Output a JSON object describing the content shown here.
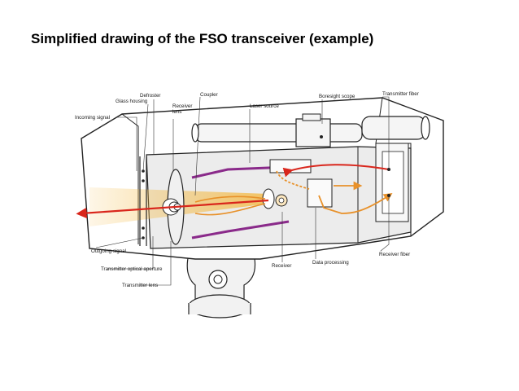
{
  "slide": {
    "title": "Simplified drawing of the FSO transceiver (example)"
  },
  "diagram": {
    "labels": {
      "defroster": "Defroster",
      "glass_housing": "Glass housing",
      "receiver_lens": "Receiver\nlens",
      "coupler": "Coupler",
      "laser_source": "Laser source",
      "boresight_scope": "Boresight scope",
      "transmitter_fiber": "Transmitter fiber",
      "incoming_signal": "Incoming signal",
      "outgoing_signal": "Outgoing signal",
      "transmitter_optical_aperture": "Transmitter optical aperture",
      "transmitter_lens": "Transmitter lens",
      "receiver": "Receiver",
      "data_processing": "Data processing",
      "receiver_fiber": "Receiver fiber"
    },
    "colors": {
      "outgoing_beam": "#d9261c",
      "incoming_beam": "#f4b942",
      "signal_path": "#e8912a",
      "mirror": "#8a2a8a",
      "housing_stroke": "#222222"
    }
  }
}
